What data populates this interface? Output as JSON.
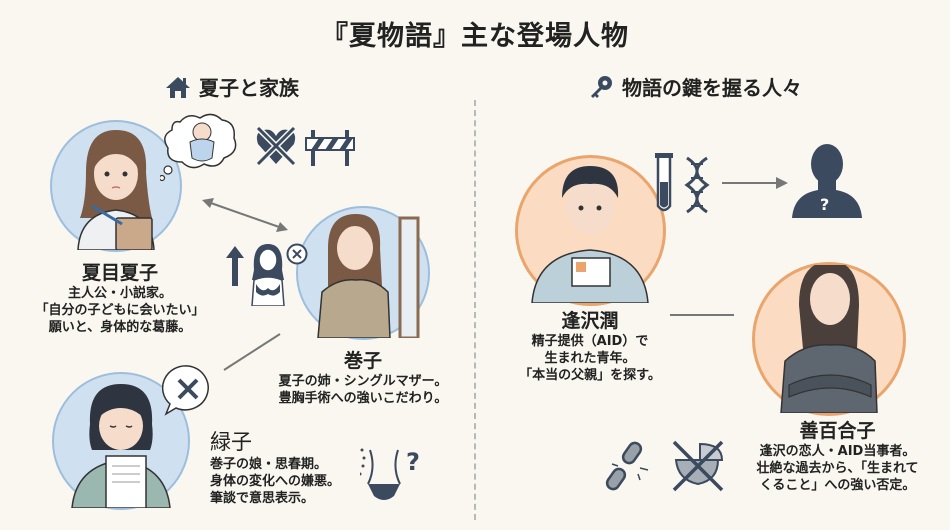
{
  "title": "『夏物語』主な登場人物",
  "sections": {
    "left": {
      "heading": "夏子と家族",
      "icon": "house-icon"
    },
    "right": {
      "heading": "物語の鍵を握る人々",
      "icon": "key-icon"
    }
  },
  "characters": {
    "natsuko": {
      "name": "夏目夏子",
      "lines": [
        "主人公・小説家。",
        "「自分の子どもに会いたい」",
        "願いと、身体的な葛藤。"
      ],
      "circle_color": "#cfe0f0"
    },
    "makiko": {
      "name": "巻子",
      "lines": [
        "夏子の姉・シングルマザー。",
        "豊胸手術への強いこだわり。"
      ],
      "circle_color": "#cfe0f0"
    },
    "midoriko": {
      "name": "緑子",
      "lines": [
        "巻子の娘・思春期。",
        "身体の変化への嫌悪。",
        "筆談で意思表示。"
      ],
      "circle_color": "#cfe0f0"
    },
    "aizawa": {
      "name": "逢沢潤",
      "lines": [
        "精子提供（AID）で",
        "生まれた青年。",
        "「本当の父親」を探す。"
      ],
      "circle_color": "#fbdcc2"
    },
    "yuriko": {
      "name": "善百合子",
      "lines": [
        "逢沢の恋人・AID当事者。",
        "壮絶な過去から、「生まれて",
        "くること」への強い否定。"
      ],
      "circle_color": "#fbdcc2"
    }
  },
  "icons": {
    "natsuko": [
      "baby-thought-icon",
      "crossed-heart-icon",
      "barrier-icon"
    ],
    "makiko": [
      "up-arrow-icon",
      "bust-icon",
      "x-circle-icon",
      "mirror-icon"
    ],
    "midoriko": [
      "x-speech-bubble-icon",
      "notebook-icon",
      "body-question-icon"
    ],
    "aizawa": [
      "test-tube-icon",
      "dna-icon",
      "arrow-right-icon",
      "unknown-person-icon"
    ],
    "yuriko": [
      "broken-chain-icon",
      "crossed-cradle-icon"
    ]
  },
  "colors": {
    "background": "#f9f7ef",
    "family_accent": "#9dbedc",
    "key_accent": "#eaa56c",
    "icon_dark": "#3b4a5e"
  }
}
